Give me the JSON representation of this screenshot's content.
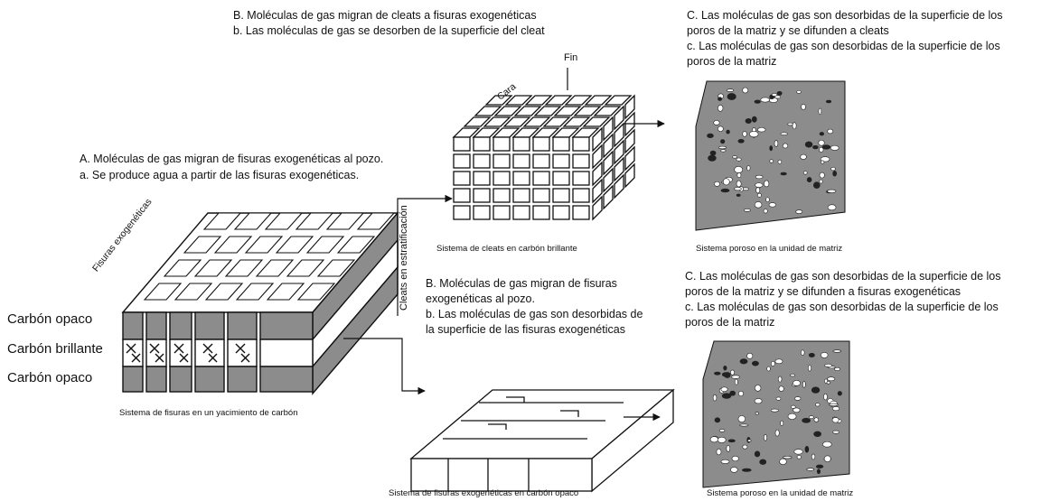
{
  "texts": {
    "top_center_1": "B. Moléculas de gas migran de  cleats a fisuras exogenéticas",
    "top_center_2": "b. Las moléculas de gas se desorben de la superficie del cleat",
    "top_right_1": "C. Las moléculas de gas son desorbidas de la superficie de los",
    "top_right_2": "poros de la matriz y se difunden a cleats",
    "top_right_3": "c. Las moléculas de gas son desorbidas de la superficie de los",
    "top_right_4": "poros de la matriz",
    "left_1": "A. Moléculas de gas migran de fisuras exogenéticas al pozo.",
    "left_2": "a. Se produce agua a partir de las fisuras exogenéticas.",
    "mid_1": "B.  Moléculas  de  gas  migran  de  fisuras",
    "mid_2": "exogenéticas al pozo.",
    "mid_3": "b. Las moléculas de gas son desorbidas de",
    "mid_4": "la superficie de las fisuras exogenéticas",
    "low_right_1": "C. Las moléculas de gas son desorbidas de la superficie de los",
    "low_right_2": "poros de la matriz y se difunden a fisuras exogenéticas",
    "low_right_3": "c. Las moléculas de gas son desorbidas de la superficie de los",
    "low_right_4": "poros de la matriz"
  },
  "labels": {
    "fin": "Fin",
    "cara": "Cara",
    "fisuras_exogeneticas": "Fisuras exogenéticas",
    "cleats_en_estratificacion": "Cleats en estratificación",
    "carbon_opaco_top": "Carbón opaco",
    "carbon_brillante": "Carbón brillante",
    "carbon_opaco_bottom": "Carbón opaco"
  },
  "captions": {
    "cleats_system": "Sistema de cleats en carbón brillante",
    "porous_top": "Sistema poroso en la unidad de matriz",
    "fissure_system": "Sistema de fisuras en un yacimiento de carbón",
    "exogenetic_system": "Sistema de fisuras exogenéticas en carbón opaco",
    "porous_bottom": "Sistema poroso en la unidad de matriz"
  },
  "colors": {
    "gray_fill": "#8c8c8c",
    "pore_fill": "#ffffff",
    "line": "#111111"
  }
}
